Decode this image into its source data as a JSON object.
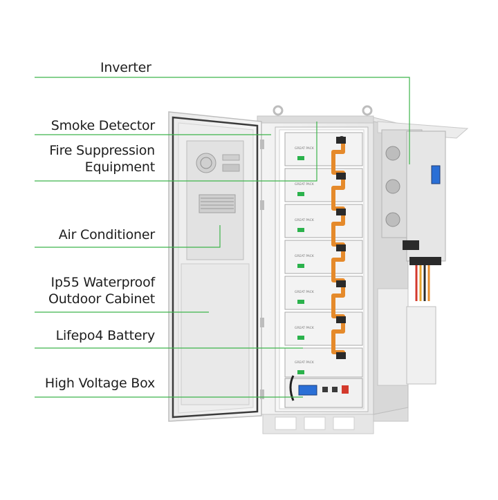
{
  "callouts": {
    "inverter": "Inverter",
    "smoke_detector": "Smoke Detector",
    "fire_suppression_line1": "Fire Suppression",
    "fire_suppression_line2": "Equipment",
    "air_conditioner": "Air Conditioner",
    "cabinet_line1": "Ip55 Waterproof",
    "cabinet_line2": "Outdoor Cabinet",
    "battery": "Lifepo4 Battery",
    "high_voltage_box": "High Voltage Box"
  },
  "battery_module": {
    "brand": "GREAT PACK",
    "count": 7
  },
  "colors": {
    "callout_line": "#3cb44a",
    "cabinet": "#f1f1f1",
    "cable_orange": "#e58a2b",
    "connector_green": "#2bb24c",
    "screen_blue": "#2a6fd6"
  }
}
